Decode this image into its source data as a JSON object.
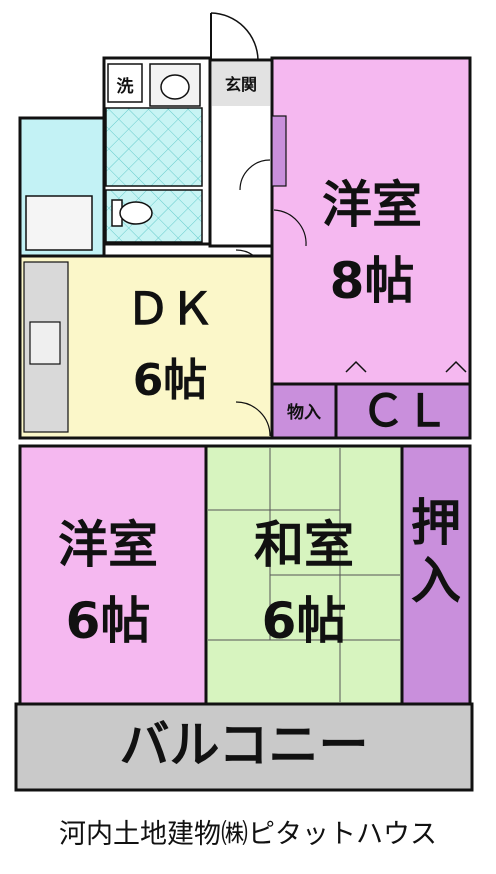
{
  "rooms": {
    "western_8": {
      "name": "洋室",
      "size": "8帖"
    },
    "dk": {
      "name": "ＤＫ",
      "size": "6帖"
    },
    "western_6": {
      "name": "洋室",
      "size": "6帖"
    },
    "japanese_6": {
      "name": "和室",
      "size": "6帖"
    },
    "closet": "ＣＬ",
    "storage": "物入",
    "oshiire": "押入",
    "entrance": "玄関",
    "washroom": "洗",
    "balcony": "バルコニー"
  },
  "company": "河内土地建物㈱ピタットハウス",
  "colors": {
    "pink": "#f5b8f0",
    "purple": "#c98fdc",
    "yellow": "#fbf7c9",
    "green": "#d7f4bf",
    "cyan": "#c3f2f5",
    "gray": "#c9c9c9",
    "wall": "#111111"
  }
}
